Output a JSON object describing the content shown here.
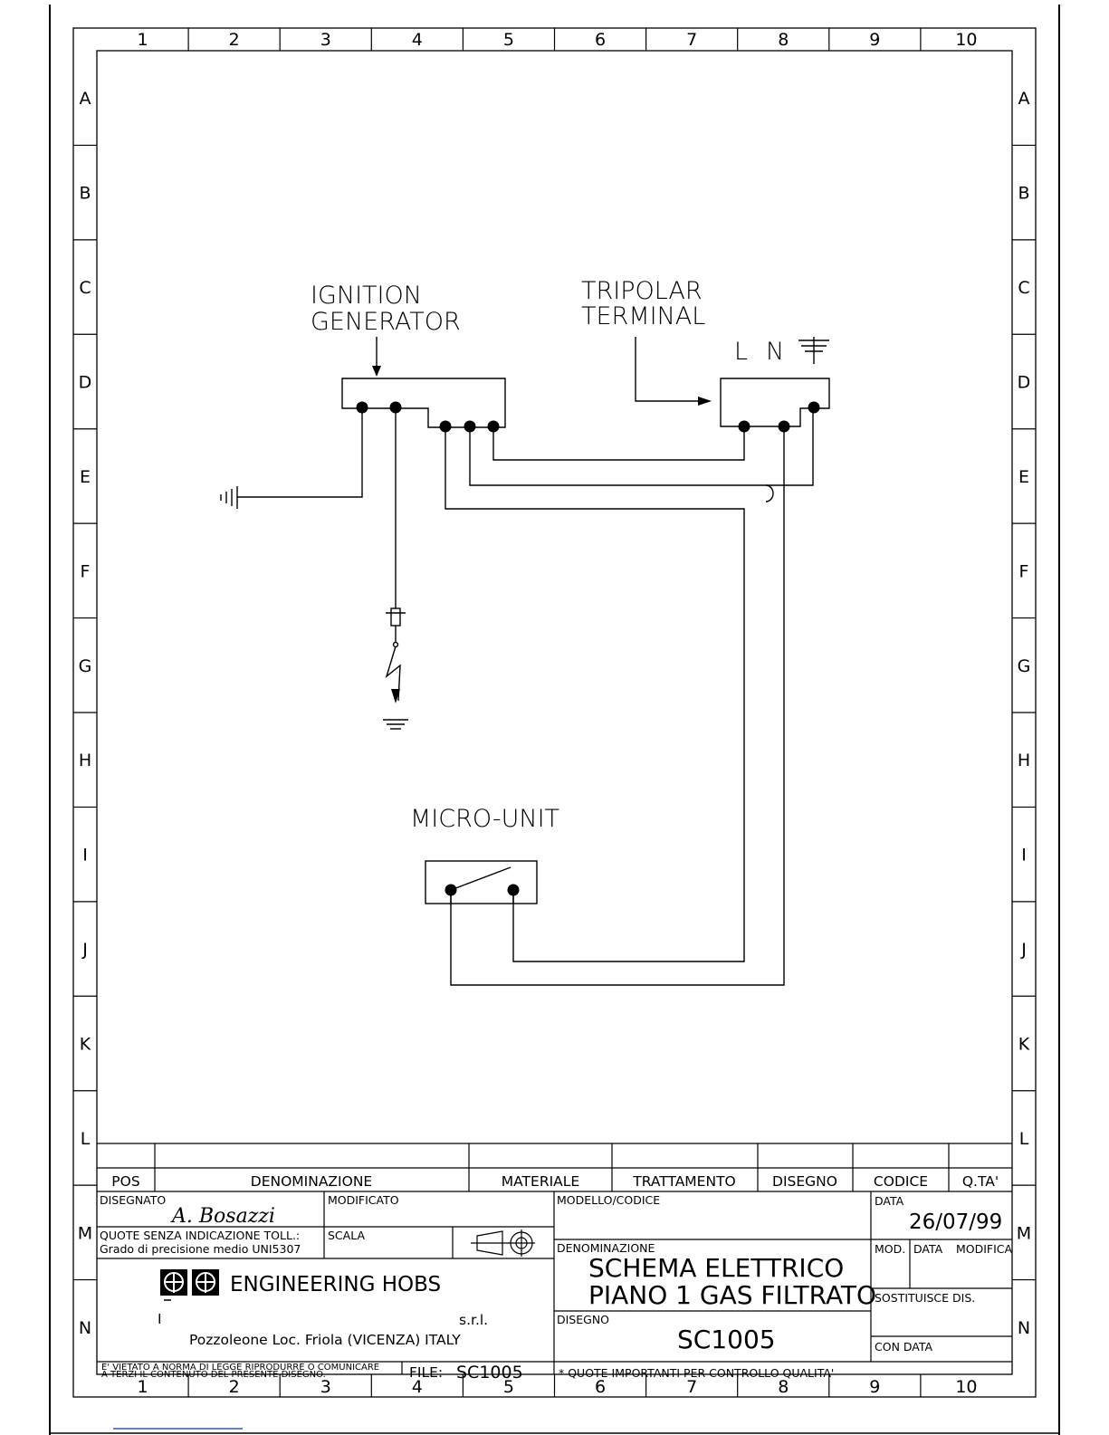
{
  "sheet": {
    "columns": [
      "1",
      "2",
      "3",
      "4",
      "5",
      "6",
      "7",
      "8",
      "9",
      "10"
    ],
    "rows": [
      "A",
      "B",
      "C",
      "D",
      "E",
      "F",
      "G",
      "H",
      "I",
      "J",
      "K",
      "L",
      "M",
      "N"
    ]
  },
  "schematic": {
    "ignition_generator": [
      "IGNITION",
      "GENERATOR"
    ],
    "tripolar_terminal": [
      "TRIPOLAR",
      "TERMINAL"
    ],
    "terminal_pins": [
      "L",
      "N"
    ],
    "micro_unit": "MICRO-UNIT"
  },
  "parts_header": {
    "pos": "POS",
    "denominazione": "DENOMINAZIONE",
    "materiale": "MATERIALE",
    "trattamento": "TRATTAMENTO",
    "disegno": "DISEGNO",
    "codice": "CODICE",
    "qta": "Q.TA'"
  },
  "title_block": {
    "disegnato_label": "DISEGNATO",
    "designer_signature": "A. Bosazzi",
    "modificato_label": "MODIFICATO",
    "tolerance_line1": "QUOTE  SENZA  INDICAZIONE  TOLL.:",
    "tolerance_line2": "Grado  di  precisione  medio  UNI5307",
    "scala_label": "SCALA",
    "company_name": "ENGINEERING  HOBS",
    "company_initial": "I",
    "company_suffix": "s.r.l.",
    "company_address": "Pozzoleone  Loc.  Friola  (VICENZA)  ITALY",
    "copyright_line1": "E'  VIETATO  A  NORMA  DI  LEGGE  RIPRODURRE  O  COMUNICARE",
    "copyright_line2": "A  TERZI  IL  CONTENUTO  DEL  PRESENTE  DISEGNO.",
    "file_label": "FILE:",
    "file_value": "SC1005",
    "modello_label": "MODELLO/CODICE",
    "denominazione_label": "DENOMINAZIONE",
    "title_line1": "SCHEMA  ELETTRICO",
    "title_line2": "PIANO  1  GAS  FILTRATO",
    "disegno_label": "DISEGNO",
    "drawing_number": "SC1005",
    "quality_note": "*  QUOTE  IMPORTANTI  PER  CONTROLLO  QUALITA'",
    "data_label": "DATA",
    "date_value": "26/07/99",
    "mod_label": "MOD.",
    "data_col_label": "DATA",
    "modifica_label": "MODIFICA",
    "sostituisce_label": "SOSTITUISCE  DIS.",
    "con_data_label": "CON  DATA"
  }
}
